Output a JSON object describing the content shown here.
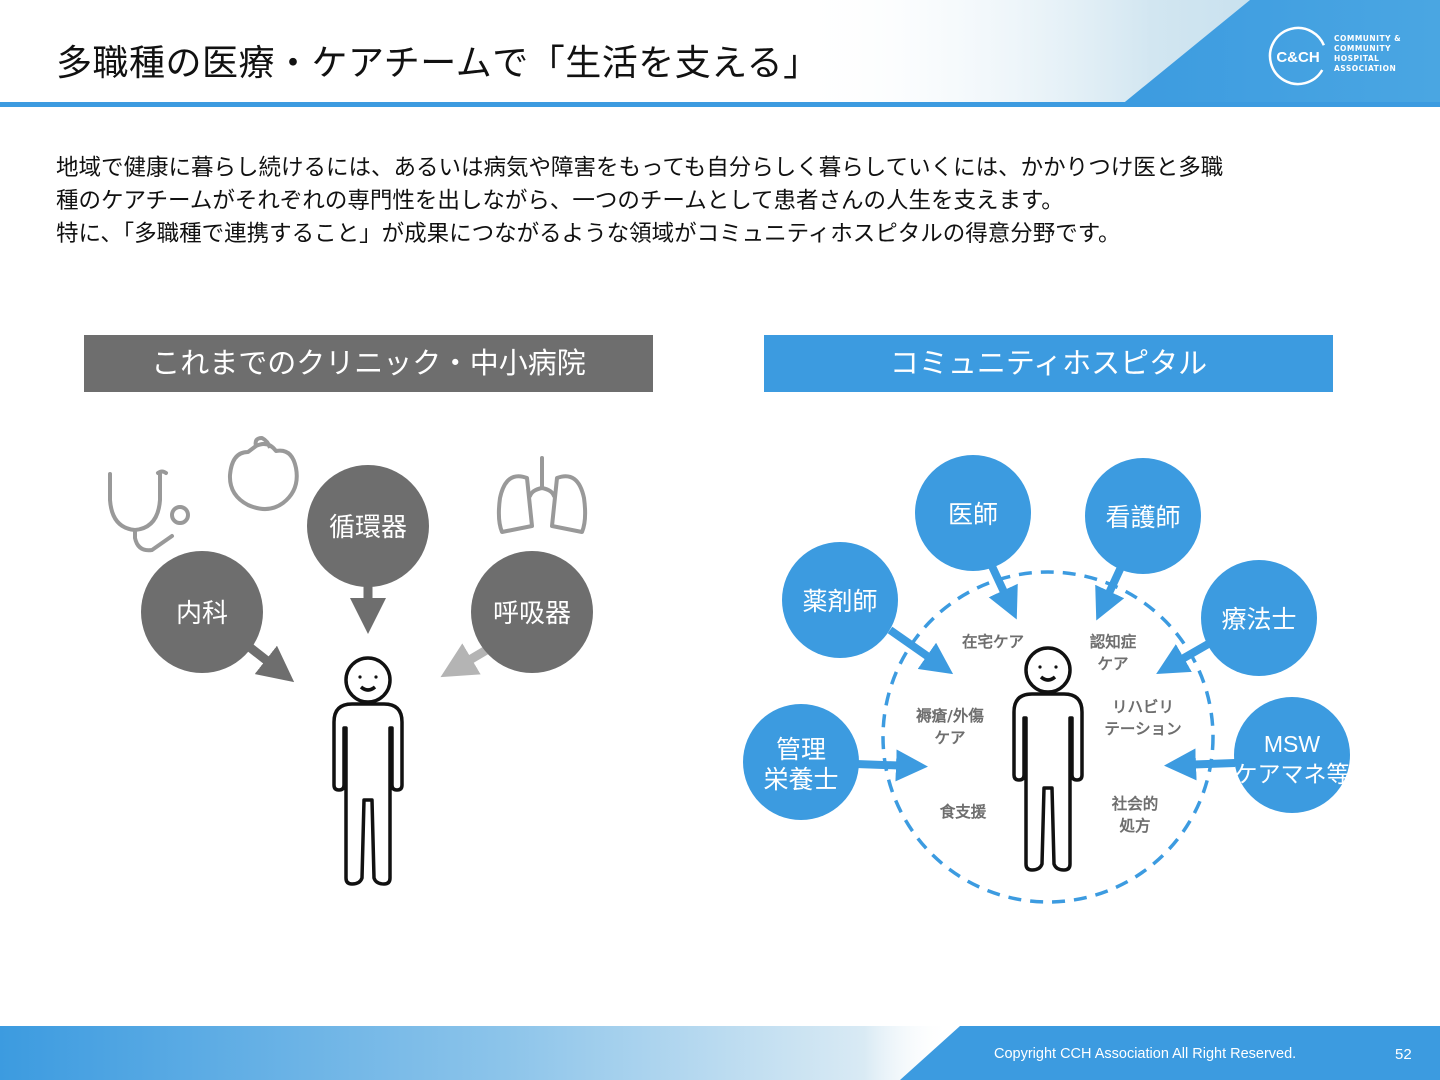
{
  "slide": {
    "title": "多職種の医療・ケアチームで「生活を支える」",
    "page_number": "52",
    "copyright": "Copyright CCH Association All Right Reserved."
  },
  "logo": {
    "mark": "C&CH",
    "lines": [
      "COMMUNITY &",
      "COMMUNITY",
      "HOSPITAL",
      "ASSOCIATION"
    ]
  },
  "intro": {
    "lines": [
      "地域で健康に暮らし続けるには、あるいは病気や障害をもっても自分らしく暮らしていくには、かかりつけ医と多職",
      "種のケアチームがそれぞれの専門性を出しながら、一つのチームとして患者さんの人生を支えます。",
      "特に、「多職種で連携すること」が成果につながるような領域がコミュニティホスピタルの得意分野です。"
    ]
  },
  "left_panel": {
    "heading": "これまでのクリニック・中小病院",
    "specialties": [
      "内科",
      "循環器",
      "呼吸器"
    ],
    "icons": [
      "stethoscope-icon",
      "heart-icon",
      "lungs-icon"
    ]
  },
  "right_panel": {
    "heading": "コミュニティホスピタル",
    "roles": [
      "医師",
      "看護師",
      "薬剤師",
      "療法士",
      "管理\n栄養士",
      "MSW\nケアマネ等"
    ],
    "care_areas": [
      "在宅ケア",
      "認知症\nケア",
      "褥瘡/外傷\nケア",
      "リハビリ\nテーション",
      "食支援",
      "社会的\n処方"
    ]
  },
  "colors": {
    "accent_blue": "#3c9be0",
    "gray_bubble": "#6e6e6e",
    "arrow_gray": "#999999",
    "light_gray_arrow": "#b4b4b4"
  }
}
